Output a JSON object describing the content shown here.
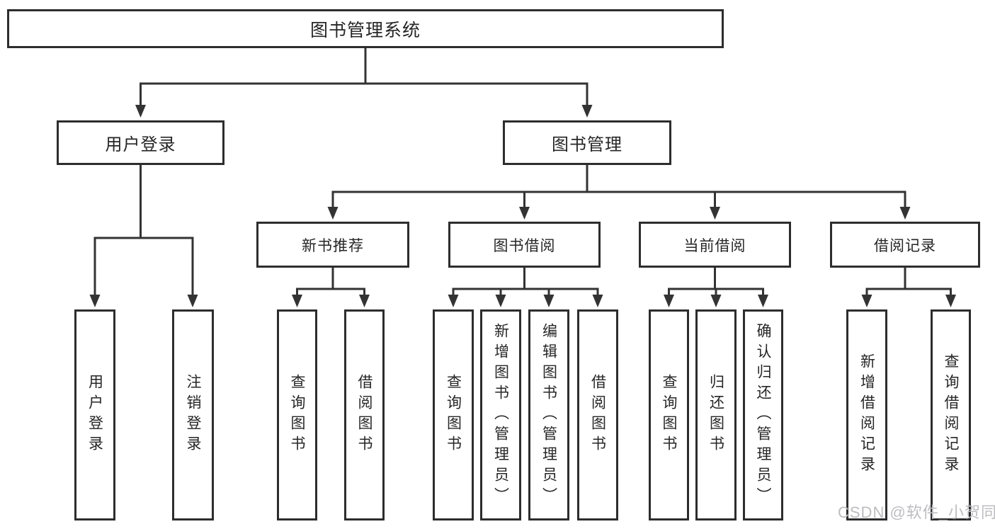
{
  "diagram": {
    "title": "图书管理系统",
    "colors": {
      "line": "#333333",
      "border": "#2d2d2d",
      "text": "#262626",
      "background": "#ffffff",
      "watermark": "#bdbdc1"
    },
    "root": {
      "label": "图书管理系统"
    },
    "level2": [
      {
        "label": "用户登录"
      },
      {
        "label": "图书管理"
      }
    ],
    "level3": [
      {
        "label": "新书推荐"
      },
      {
        "label": "图书借阅"
      },
      {
        "label": "当前借阅"
      },
      {
        "label": "借阅记录"
      }
    ],
    "leaves": [
      {
        "label": "用户登录"
      },
      {
        "label": "注销登录"
      },
      {
        "label": "查询图书"
      },
      {
        "label": "借阅图书"
      },
      {
        "label": "查询图书"
      },
      {
        "label": "新增图书（管理员）"
      },
      {
        "label": "编辑图书（管理员）"
      },
      {
        "label": "借阅图书"
      },
      {
        "label": "查询图书"
      },
      {
        "label": "归还图书"
      },
      {
        "label": "确认归还（管理员）"
      },
      {
        "label": "新增借阅记录"
      },
      {
        "label": "查询借阅记录"
      }
    ]
  },
  "watermark": {
    "text": "CSDN @软件_小贺同学"
  }
}
